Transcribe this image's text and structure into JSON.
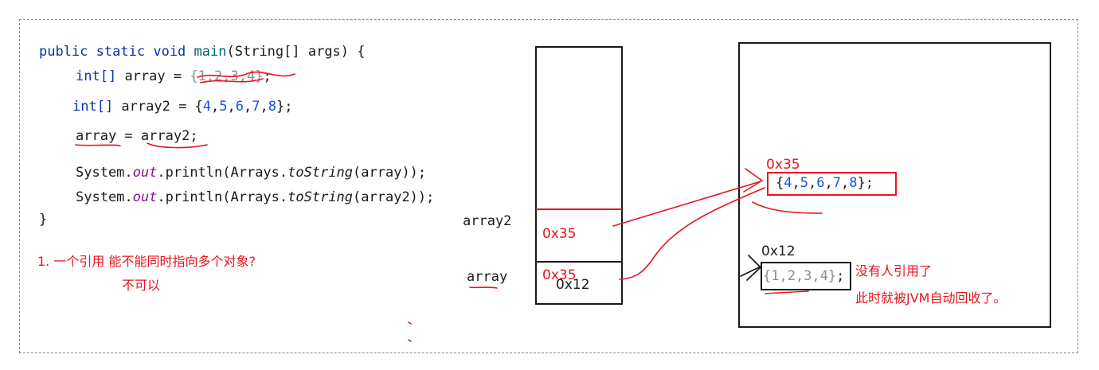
{
  "code": {
    "l1": {
      "pub": "public",
      "stat": "static",
      "void": "void",
      "main": "main",
      "rest": "(String[] args) {"
    },
    "l2": {
      "type": "int[]",
      "var": "array",
      "eq": " = ",
      "init": "{1,2,3,4}",
      "semi": ";"
    },
    "l3": {
      "type": "int[]",
      "text": " array2 = {",
      "n1": "4",
      "n2": "5",
      "n3": "6",
      "n4": "7",
      "n5": "8",
      "end": "};"
    },
    "l4": {
      "var": "array",
      "eq": " = ",
      "val": "array2",
      "semi": ";"
    },
    "l5": {
      "sys": "System.",
      "out": "out",
      "pl": ".println(Arrays.",
      "ts": "toString",
      "arg": "(array));"
    },
    "l6": {
      "sys": "System.",
      "out": "out",
      "pl": ".println(Arrays.",
      "ts": "toString",
      "arg": "(array2));"
    },
    "close": "}"
  },
  "notes": {
    "question": "1. 一个引用 能不能同时指向多个对象?",
    "answer": "不可以",
    "gc_line1": "没有人引用了",
    "gc_line2": "此时就被JVM自动回收了。"
  },
  "stack": {
    "array2_label": "array2",
    "array_label": "array",
    "array2_addr": "0x35",
    "array_addr_new": "0x35",
    "array_addr_old": "0x12"
  },
  "heap": {
    "obj1": {
      "addr": "0x35",
      "open": "{",
      "n1": "4",
      "n2": "5",
      "n3": "6",
      "n4": "7",
      "n5": "8",
      "close": "};"
    },
    "obj2": {
      "addr": "0x12",
      "content": "{1,2,3,4}",
      "semi": ";"
    }
  },
  "colors": {
    "annotation": "#e8141e",
    "keyword": "#0033b3",
    "number": "#1750eb",
    "field": "#871094"
  }
}
